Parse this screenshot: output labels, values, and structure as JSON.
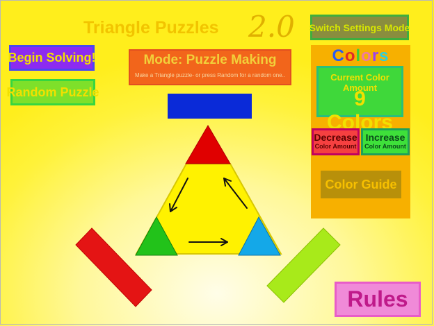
{
  "header": {
    "title": "Triangle Puzzles",
    "version": "2.0"
  },
  "buttons": {
    "begin_solving": "Begin Solving!",
    "random_puzzle": "Random Puzzle",
    "switch_settings": "Switch Settings Mode",
    "rules": "Rules",
    "color_guide": "Color Guide"
  },
  "mode": {
    "title": "Mode: Puzzle Making",
    "subtitle": "Make a Triangle puzzle- or press Random for a random one.."
  },
  "colors_panel": {
    "title_letters": [
      "C",
      "o",
      "l",
      "o",
      "r",
      "s"
    ],
    "title_letter_colors": [
      "#2a5cf0",
      "#e02a2a",
      "#3ad03a",
      "#f07aa0",
      "#9b40f0",
      "#2ad0e0"
    ],
    "current_label": "Current Color Amount",
    "current_value": "9 Colors",
    "decrease_main": "Decrease",
    "decrease_sub": "Color Amount",
    "increase_main": "Increase",
    "increase_sub": "Color Amount"
  },
  "board": {
    "center_color": "#fff200",
    "selected_color": "#0a2ad8",
    "top_piece_color": "#e00000",
    "left_piece_color": "#22c21a",
    "right_piece_color": "#14a8e8",
    "left_bar_color": "#e41414",
    "right_bar_color": "#a8ea1a"
  }
}
